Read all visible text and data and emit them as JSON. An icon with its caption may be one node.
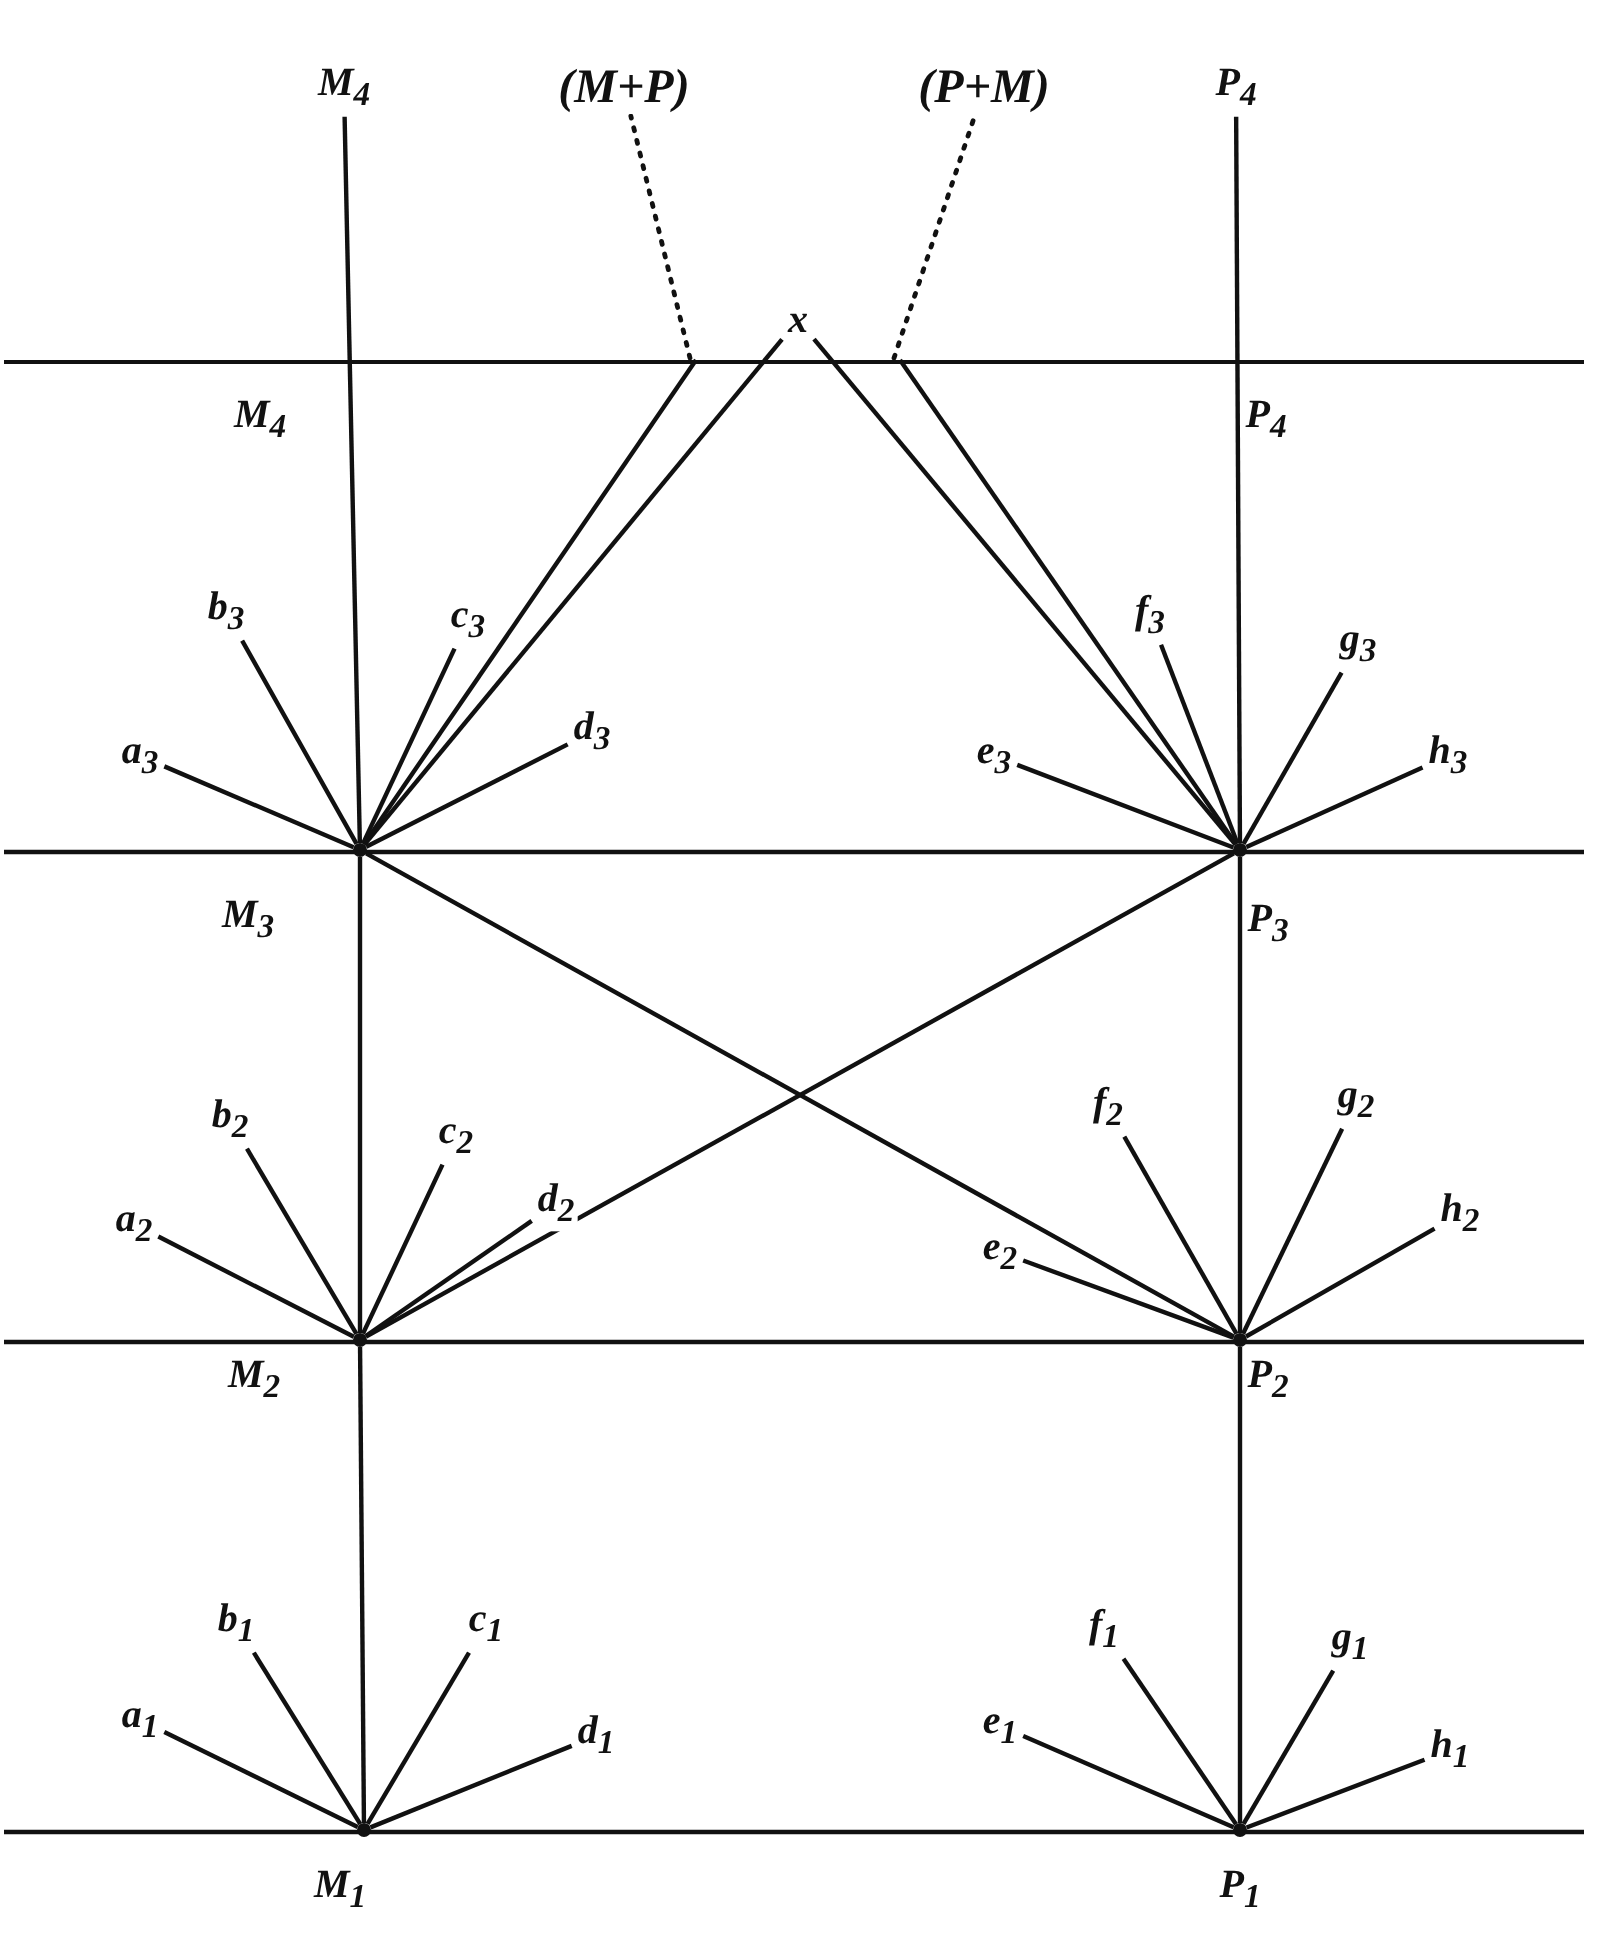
{
  "diagram": {
    "nodes": [
      {
        "text": [
          "M$_{4}$"
        ]
      },
      {
        "text": [
          "(M+P)"
        ]
      },
      {
        "text": [
          "(P+M)"
        ]
      },
      {
        "text": [
          "P$_{4}$"
        ]
      },
      {
        "text": [
          "x"
        ]
      },
      {
        "text": [
          "a$_{3}$"
        ]
      },
      {
        "text": [
          "b$_{3}$"
        ]
      },
      {
        "text": [
          "c$_{3}$"
        ]
      },
      {
        "text": [
          "d$_{3}$"
        ]
      },
      {
        "text": [
          "e$_{3}$"
        ]
      },
      {
        "text": [
          "f$_{3}$"
        ]
      },
      {
        "text": [
          "g$_{3}$"
        ]
      },
      {
        "text": [
          "h$_{3}$"
        ]
      },
      {
        "text": [],
        "shape": "circle",
        "beside": [
          "M$_{3}$"
        ]
      },
      {
        "text": [],
        "shape": "circle",
        "beside": [
          "P$_{3}$"
        ]
      },
      {
        "text": [
          "a$_{2}$"
        ]
      },
      {
        "text": [
          "b$_{2}$"
        ]
      },
      {
        "text": [
          "c$_{2}$"
        ]
      },
      {
        "text": [
          "d$_{2}$"
        ]
      },
      {
        "text": [
          "e$_{2}$"
        ]
      },
      {
        "text": [
          "f$_{2}$"
        ]
      },
      {
        "text": [
          "g$_{2}$"
        ]
      },
      {
        "text": [
          "h$_{2}$"
        ]
      },
      {
        "text": [],
        "shape": "circle",
        "beside": [
          "M$_{2}$"
        ]
      },
      {
        "text": [],
        "shape": "circle",
        "beside": [
          "P$_{2}$"
        ]
      },
      {
        "text": [
          "a$_{1}$"
        ]
      },
      {
        "text": [
          "b$_{1}$"
        ]
      },
      {
        "text": [
          "c$_{1}$"
        ]
      },
      {
        "text": [
          "d$_{1}$"
        ]
      },
      {
        "text": [
          "e$_{1}$"
        ]
      },
      {
        "text": [
          "f$_{1}$"
        ]
      },
      {
        "text": [
          "g$_{1}$"
        ]
      },
      {
        "text": [
          "h$_{1}$"
        ]
      },
      {
        "text": [],
        "shape": "circle",
        "beside": [
          "M$_{1}$"
        ]
      },
      {
        "text": [],
        "shape": "circle",
        "beside": [
          "P$_{1}$"
        ]
      },
      {
        "text": [],
        "shape": "bar"
      }
    ],
    "edges": [
      {
        "from": 13,
        "to": 0,
        "arrow": "none"
      },
      {
        "from": 14,
        "to": 3,
        "arrow": "none"
      },
      {
        "from": 23,
        "to": 13,
        "arrow": "none"
      },
      {
        "from": 24,
        "to": 14,
        "arrow": "none"
      },
      {
        "from": 33,
        "to": 23,
        "arrow": "none"
      },
      {
        "from": 34,
        "to": 24,
        "arrow": "none"
      },
      {
        "from": 13,
        "to": 4,
        "arrow": "none"
      },
      {
        "from": 14,
        "to": 4,
        "arrow": "none"
      },
      {
        "from": 13,
        "to": 35,
        "arrow": "none"
      },
      {
        "from": 14,
        "to": 35,
        "arrow": "none"
      },
      {
        "from": 13,
        "to": 24,
        "arrow": "none"
      },
      {
        "from": 23,
        "to": 14,
        "arrow": "none"
      },
      {
        "from": 13,
        "to": 5,
        "arrow": "none"
      },
      {
        "from": 13,
        "to": 6,
        "arrow": "none"
      },
      {
        "from": 13,
        "to": 7,
        "arrow": "none"
      },
      {
        "from": 13,
        "to": 8,
        "arrow": "none"
      },
      {
        "from": 14,
        "to": 9,
        "arrow": "none"
      },
      {
        "from": 14,
        "to": 10,
        "arrow": "none"
      },
      {
        "from": 14,
        "to": 11,
        "arrow": "none"
      },
      {
        "from": 14,
        "to": 12,
        "arrow": "none"
      },
      {
        "from": 23,
        "to": 15,
        "arrow": "none"
      },
      {
        "from": 23,
        "to": 16,
        "arrow": "none"
      },
      {
        "from": 23,
        "to": 17,
        "arrow": "none"
      },
      {
        "from": 23,
        "to": 18,
        "arrow": "none"
      },
      {
        "from": 24,
        "to": 19,
        "arrow": "none"
      },
      {
        "from": 24,
        "to": 20,
        "arrow": "none"
      },
      {
        "from": 24,
        "to": 21,
        "arrow": "none"
      },
      {
        "from": 24,
        "to": 22,
        "arrow": "none"
      },
      {
        "from": 33,
        "to": 25,
        "arrow": "none"
      },
      {
        "from": 33,
        "to": 26,
        "arrow": "none"
      },
      {
        "from": 33,
        "to": 27,
        "arrow": "none"
      },
      {
        "from": 33,
        "to": 28,
        "arrow": "none"
      },
      {
        "from": 34,
        "to": 29,
        "arrow": "none"
      },
      {
        "from": 34,
        "to": 30,
        "arrow": "none"
      },
      {
        "from": 34,
        "to": 31,
        "arrow": "none"
      },
      {
        "from": 34,
        "to": 32,
        "arrow": "none"
      },
      {
        "from": 35,
        "to": 1,
        "arrow": "none",
        "style": "dashed"
      },
      {
        "from": 35,
        "to": 2,
        "arrow": "none",
        "style": "dashed"
      }
    ],
    "labels": [
      "M$_{4}$",
      "P$_{4}$"
    ]
  }
}
